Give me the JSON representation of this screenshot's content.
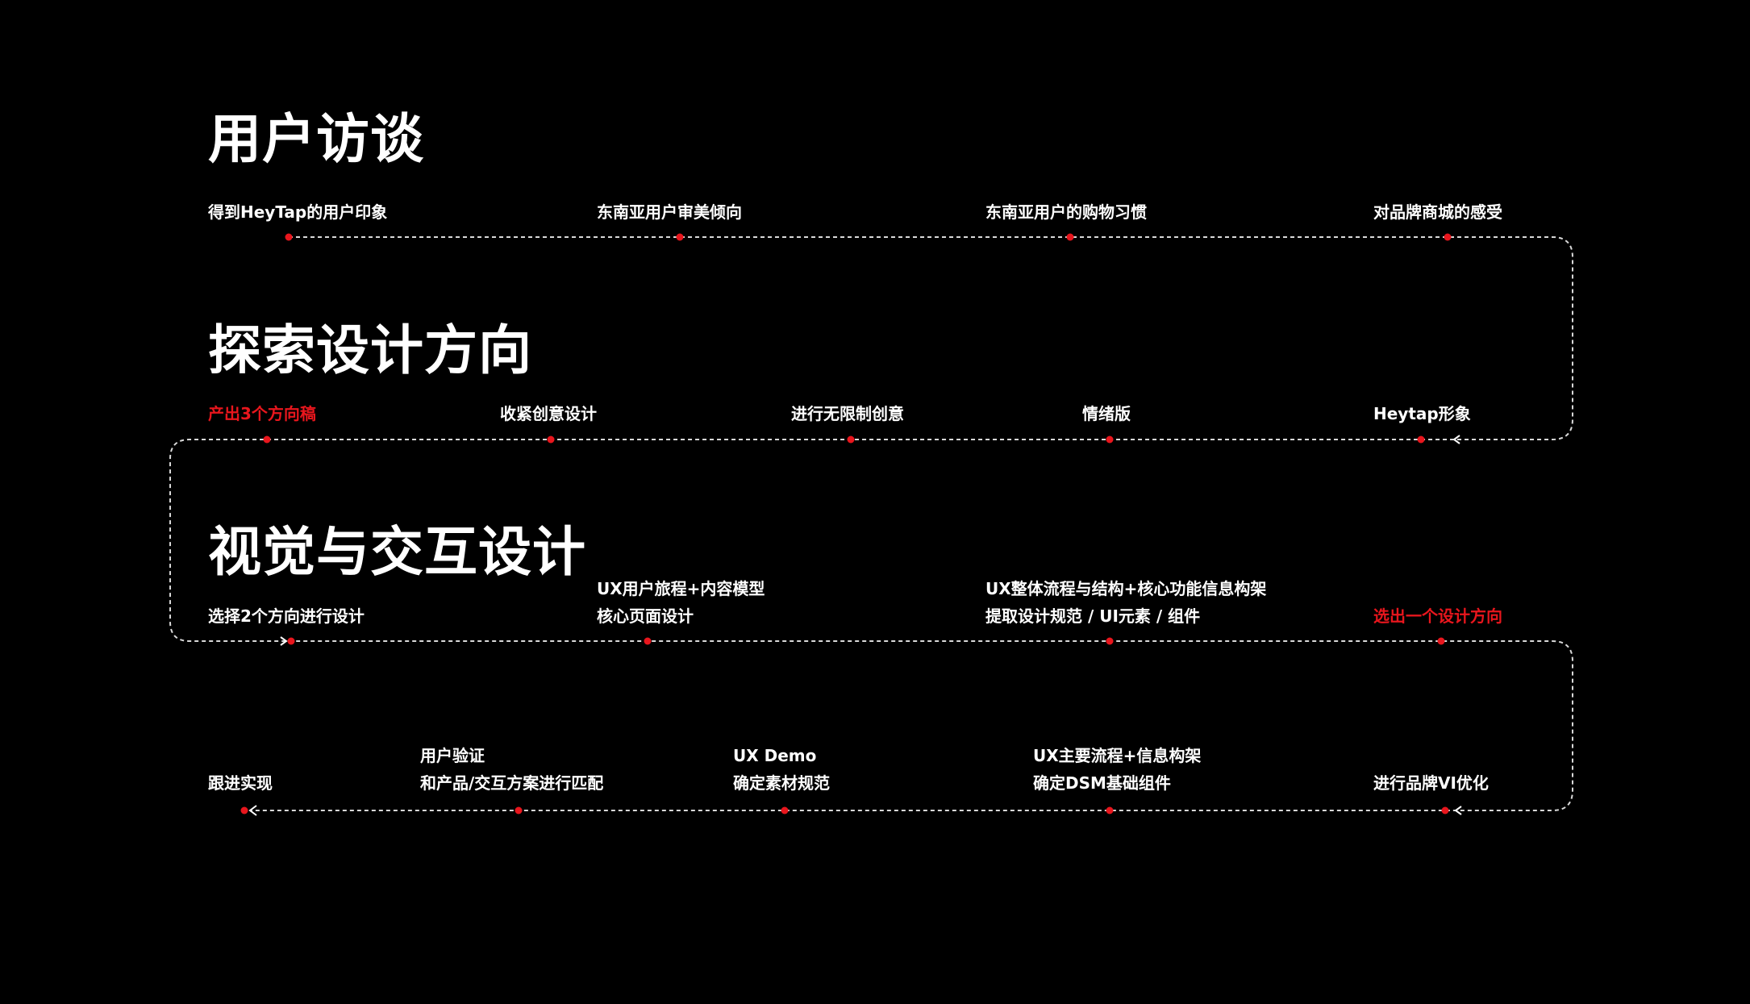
{
  "colors": {
    "background": "#000000",
    "text": "#ffffff",
    "highlight": "#e8161d",
    "connector": "#ffffff"
  },
  "stages": [
    {
      "title": "用户访谈",
      "items": [
        {
          "lines": [
            "得到HeyTap的用户印象"
          ]
        },
        {
          "lines": [
            "东南亚用户审美倾向"
          ]
        },
        {
          "lines": [
            "东南亚用户的购物习惯"
          ]
        },
        {
          "lines": [
            "对品牌商城的感受"
          ]
        }
      ]
    },
    {
      "title": "探索设计方向",
      "items": [
        {
          "lines": [
            "产出3个方向稿"
          ],
          "highlight": true
        },
        {
          "lines": [
            "收紧创意设计"
          ]
        },
        {
          "lines": [
            "进行无限制创意"
          ]
        },
        {
          "lines": [
            "情绪版"
          ]
        },
        {
          "lines": [
            "Heytap形象"
          ]
        }
      ]
    },
    {
      "title": "视觉与交互设计",
      "items": [
        {
          "lines": [
            "选择2个方向进行设计"
          ]
        },
        {
          "lines": [
            "UX用户旅程+内容模型",
            "核心页面设计"
          ]
        },
        {
          "lines": [
            "UX整体流程与结构+核心功能信息构架",
            "提取设计规范 / UI元素 / 组件"
          ]
        },
        {
          "lines": [
            "选出一个设计方向"
          ],
          "highlight": true
        }
      ]
    },
    {
      "title": "",
      "items": [
        {
          "lines": [
            "跟进实现"
          ]
        },
        {
          "lines": [
            "用户验证",
            "和产品/交互方案进行匹配"
          ]
        },
        {
          "lines": [
            "UX Demo",
            "确定素材规范"
          ]
        },
        {
          "lines": [
            "UX主要流程+信息构架",
            "确定DSM基础组件"
          ]
        },
        {
          "lines": [
            "进行品牌VI优化"
          ]
        }
      ]
    }
  ]
}
